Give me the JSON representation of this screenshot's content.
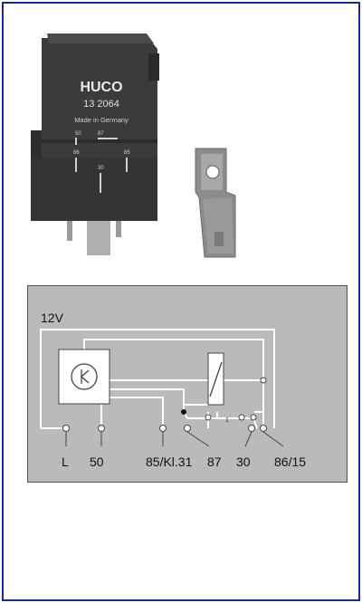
{
  "relay": {
    "brand": "HUCO",
    "part_number": "13 2064",
    "origin": "Made in Germany",
    "pins": {
      "p50": "50",
      "p87": "87",
      "p86": "86",
      "p85": "85",
      "p30": "30"
    }
  },
  "schematic": {
    "supply_label": "12V",
    "terminals": [
      "L",
      "50",
      "85/Kl.31",
      "87",
      "30",
      "86/15"
    ],
    "dot_labels": [
      "1",
      "2"
    ]
  },
  "colors": {
    "frame_border": "#17299e",
    "relay_body": "#3a3b3c",
    "schematic_bg": "#bababa",
    "wire": "#ffffff"
  }
}
